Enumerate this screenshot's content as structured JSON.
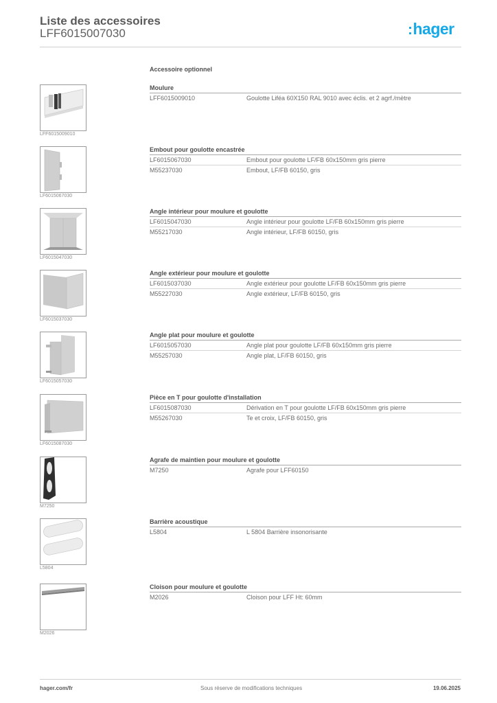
{
  "header": {
    "title": "Liste des accessoires",
    "product_ref": "LFF6015007030",
    "logo_text": "hager",
    "logo_color": "#16a9e6"
  },
  "section_title": "Accessoire optionnel",
  "groups": [
    {
      "title": "Moulure",
      "image_caption": "LFF6015009010",
      "rows": [
        {
          "ref": "LFF6015009010",
          "desc": "Goulotte Liféa 60X150 RAL 9010 avec éclis. et 2 agrf./mètre"
        }
      ]
    },
    {
      "title": "Embout pour goulotte encastrée",
      "image_caption": "LF6015067030",
      "rows": [
        {
          "ref": "LF6015067030",
          "desc": "Embout pour goulotte LF/FB 60x150mm gris pierre"
        },
        {
          "ref": "M55237030",
          "desc": "Embout, LF/FB 60150, gris"
        }
      ]
    },
    {
      "title": "Angle intérieur pour moulure et goulotte",
      "image_caption": "LF6015047030",
      "rows": [
        {
          "ref": "LF6015047030",
          "desc": "Angle intérieur pour goulotte LF/FB 60x150mm gris pierre"
        },
        {
          "ref": "M55217030",
          "desc": "Angle intérieur, LF/FB 60150, gris"
        }
      ]
    },
    {
      "title": "Angle extérieur pour moulure et goulotte",
      "image_caption": "LF6015037030",
      "rows": [
        {
          "ref": "LF6015037030",
          "desc": "Angle extérieur pour goulotte LF/FB 60x150mm gris pierre"
        },
        {
          "ref": "M55227030",
          "desc": "Angle extérieur, LF/FB 60150, gris"
        }
      ]
    },
    {
      "title": "Angle plat pour moulure et goulotte",
      "image_caption": "LF6015057030",
      "rows": [
        {
          "ref": "LF6015057030",
          "desc": "Angle plat pour goulotte LF/FB 60x150mm gris pierre"
        },
        {
          "ref": "M55257030",
          "desc": "Angle plat, LF/FB 60150, gris"
        }
      ]
    },
    {
      "title": "Pièce en T pour  goulotte d'installation",
      "image_caption": "LF6015087030",
      "rows": [
        {
          "ref": "LF6015087030",
          "desc": "Dérivation en T pour goulotte LF/FB 60x150mm gris pierre"
        },
        {
          "ref": "M55267030",
          "desc": "Te et croix, LF/FB 60150, gris"
        }
      ]
    },
    {
      "title": "Agrafe de maintien pour moulure et goulotte",
      "image_caption": "M7250",
      "rows": [
        {
          "ref": "M7250",
          "desc": "Agrafe pour LFF60150"
        }
      ]
    },
    {
      "title": "Barrière acoustique",
      "image_caption": "L5804",
      "rows": [
        {
          "ref": "L5804",
          "desc": "L 5804 Barrière insonorisante"
        }
      ]
    },
    {
      "title": "Cloison pour moulure et goulotte",
      "image_caption": "M2026",
      "rows": [
        {
          "ref": "M2026",
          "desc": "Cloison pour LFF Ht: 60mm"
        }
      ]
    }
  ],
  "footer": {
    "website": "hager.com/fr",
    "disclaimer": "Sous réserve de modifications techniques",
    "date": "19.06.2025"
  }
}
